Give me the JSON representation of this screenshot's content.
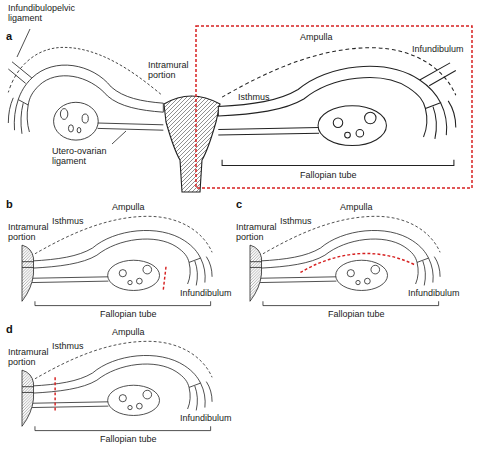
{
  "diagram": {
    "labels": [
      "a",
      "Infundibulopelvic ligament",
      "Ampulla",
      "Intramural portion",
      "Isthmus",
      "Infundibulum",
      "Utero-ovarian ligament",
      "Fallopian tube",
      "b",
      "Ampulla",
      "Intramural portion",
      "Isthmus",
      "Infundibulum",
      "Fallopian tube",
      "c",
      "Ampulla",
      "Intramural portion",
      "Isthmus",
      "Infundibulum",
      "Fallopian tube",
      "d",
      "Ampulla",
      "Intramural portion",
      "Isthmus",
      "Infundibulum",
      "Fallopian tube"
    ]
  }
}
